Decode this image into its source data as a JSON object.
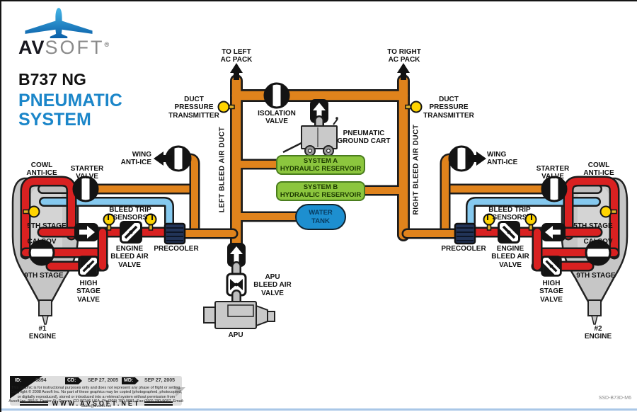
{
  "header": {
    "logo_av": "AV",
    "logo_soft": "SOFT",
    "logo_reg": "®",
    "title_black": "B737 NG",
    "title_blue1": "PNEUMATIC",
    "title_blue2": "SYSTEM"
  },
  "labels": {
    "to_left_ac_pack": "TO LEFT\nAC PACK",
    "to_right_ac_pack": "TO RIGHT\nAC PACK",
    "duct_pressure_transmitter": "DUCT\nPRESSURE\nTRANSMITTER",
    "isolation_valve": "ISOLATION\nVALVE",
    "pneumatic_ground_cart": "PNEUMATIC\nGROUND CART",
    "wing_anti_ice": "WING\nANTI-ICE",
    "system_a_reservoir": "SYSTEM A\nHYDRAULIC RESERVOIR",
    "system_b_reservoir": "SYSTEM B\nHYDRAULIC RESERVOIR",
    "water_tank": "WATER\nTANK",
    "left_bleed_air_duct": "LEFT BLEED AIR DUCT",
    "right_bleed_air_duct": "RIGHT BLEED AIR DUCT",
    "cowl_anti_ice": "COWL\nANTI-ICE",
    "starter_valve": "STARTER\nVALVE",
    "bleed_trip_line1": "BLEED TRIP",
    "bleed_trip_line2": "SENSORS",
    "fifth_stage": "5TH STAGE",
    "cai_sov": "CAI SOV",
    "ninth_stage": "9TH STAGE",
    "high_stage_valve": "HIGH\nSTAGE\nVALVE",
    "engine_bleed_air_valve": "ENGINE\nBLEED AIR\nVALVE",
    "precooler": "PRECOOLER",
    "apu_bleed_air_valve": "APU\nBLEED AIR\nVALVE",
    "apu": "APU",
    "engine_1": "#1\nENGINE",
    "engine_2": "#2\nENGINE"
  },
  "footer": {
    "id_label": "ID:",
    "id_value": "6894",
    "cd_label": "CD:",
    "cd_value": "SEP 27, 2005",
    "md_label": "MD:",
    "md_value": "SEP 27, 2005",
    "line1": "This graphic is for instructional purposes only and does not represent any phase of flight or setting.",
    "line2": "Copyright © 2008 Avsoft Inc. No part of these graphics may be copied (photographed, photocopied,",
    "line3": "or digitally reproduced), stored or introduced into a retrieval system without permission from",
    "line4": "Avsoft Inc. 959 S. Dexter St. Denver, CO 80246 USA. Ph:(303) 780-9081, Fax:(303) 780-9087, Email: sales@avsoft.net",
    "website": "WWW.AVSOFT.NET",
    "doc_code": "SSD-B73D-M6"
  },
  "colors": {
    "duct_orange": "#E0831C",
    "bleed_red": "#D92121",
    "air_blue": "#85C9EF",
    "reservoir_green": "#8CC63E",
    "water_blue": "#1D8FD0",
    "sensor_yellow": "#FFD400",
    "title_blue": "#1B86C9"
  }
}
